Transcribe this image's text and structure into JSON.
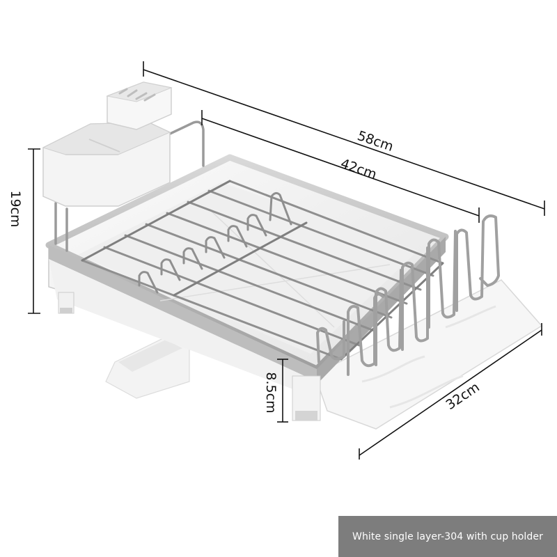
{
  "dimensions": {
    "overall_length": "58cm",
    "inner_length": "42cm",
    "height": "19cm",
    "foot_height": "8.5cm",
    "width": "32cm"
  },
  "caption": "White single layer-304 with cup holder",
  "colors": {
    "background": "#ffffff",
    "caption_bar": "#7d7d7d",
    "caption_text": "#ffffff",
    "dimension_lines": "#111111",
    "plastic": "#f1f1f1",
    "steel": "#9a9a9a"
  }
}
